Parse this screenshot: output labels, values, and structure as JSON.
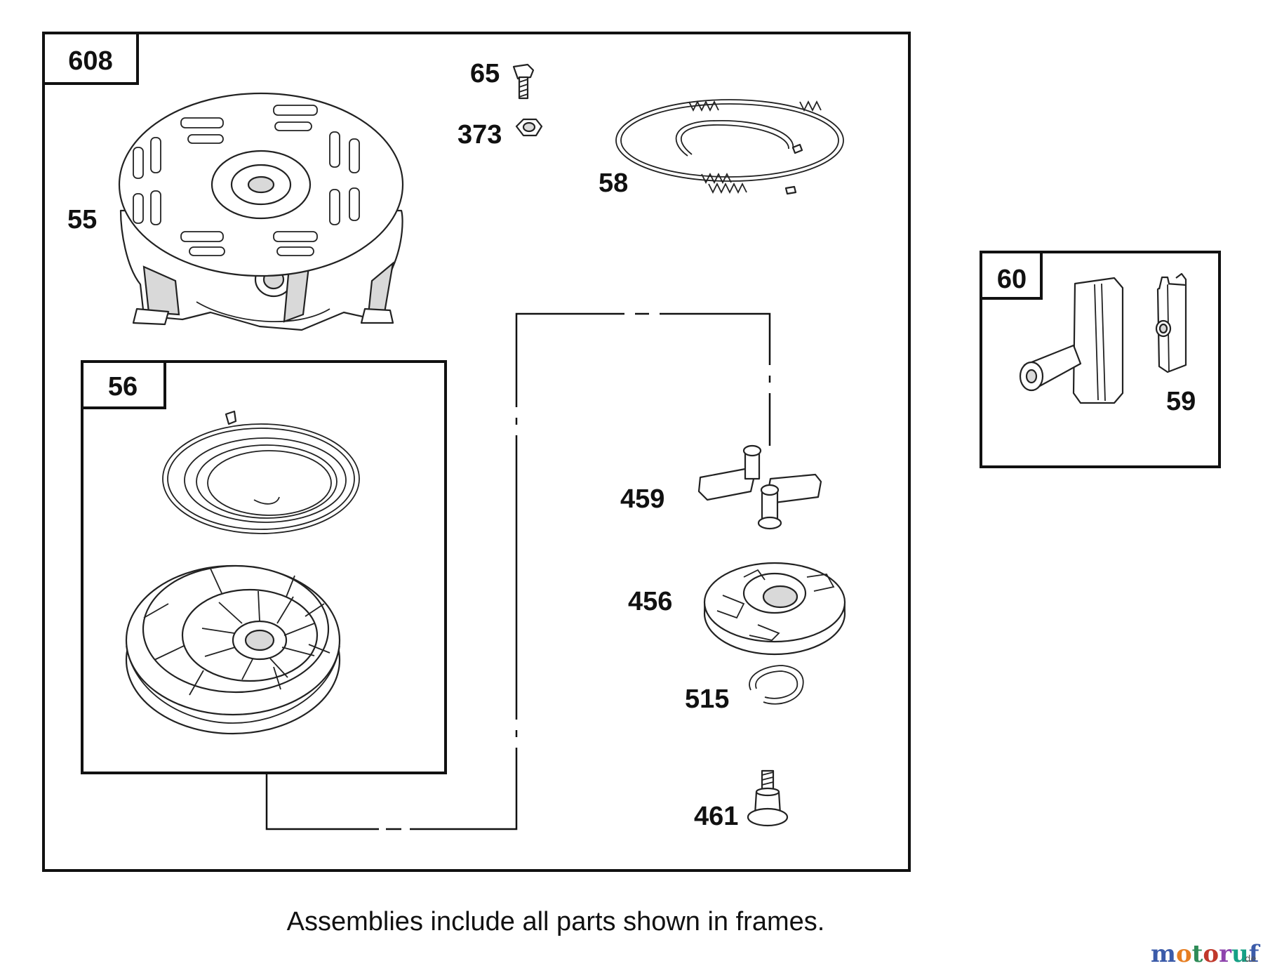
{
  "assemblies": [
    {
      "id": "608"
    },
    {
      "id": "56"
    },
    {
      "id": "60"
    }
  ],
  "parts": {
    "p55": "55",
    "p65": "65",
    "p373": "373",
    "p58": "58",
    "p459": "459",
    "p456": "456",
    "p515": "515",
    "p461": "461",
    "p59": "59"
  },
  "caption": "Assemblies include all parts shown in frames.",
  "watermark": {
    "letters": [
      "m",
      "o",
      "t",
      "o",
      "r",
      "u",
      "f"
    ],
    "letter_colors": [
      "#3b5ba9",
      "#e67e22",
      "#2e8b57",
      "#c0392b",
      "#8e44ad",
      "#16a085",
      "#3b5ba9"
    ],
    "suffix": ".de"
  }
}
